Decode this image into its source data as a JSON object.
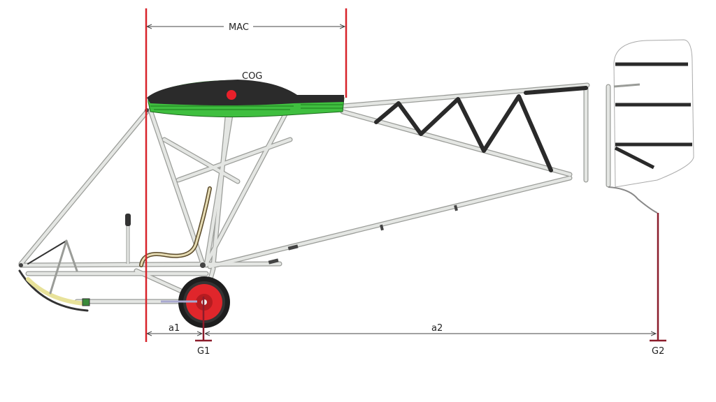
{
  "labels": {
    "mac": "MAC",
    "cog": "COG",
    "a1": "a1",
    "a2": "a2",
    "g1": "G1",
    "g2": "G2"
  },
  "colors": {
    "reference_line": "#d8232a",
    "marker": "#8b1c2b",
    "cog_dot": "#e8202a",
    "wing": "#2b2b2b",
    "wing_ribs": "#3fbf3f",
    "tube": "#e4e6e3",
    "tube_edge": "#9a9c98",
    "wheel_tire": "#1e1e1e",
    "wheel_hub": "#e0262b",
    "truss": "#2a2a2a"
  }
}
